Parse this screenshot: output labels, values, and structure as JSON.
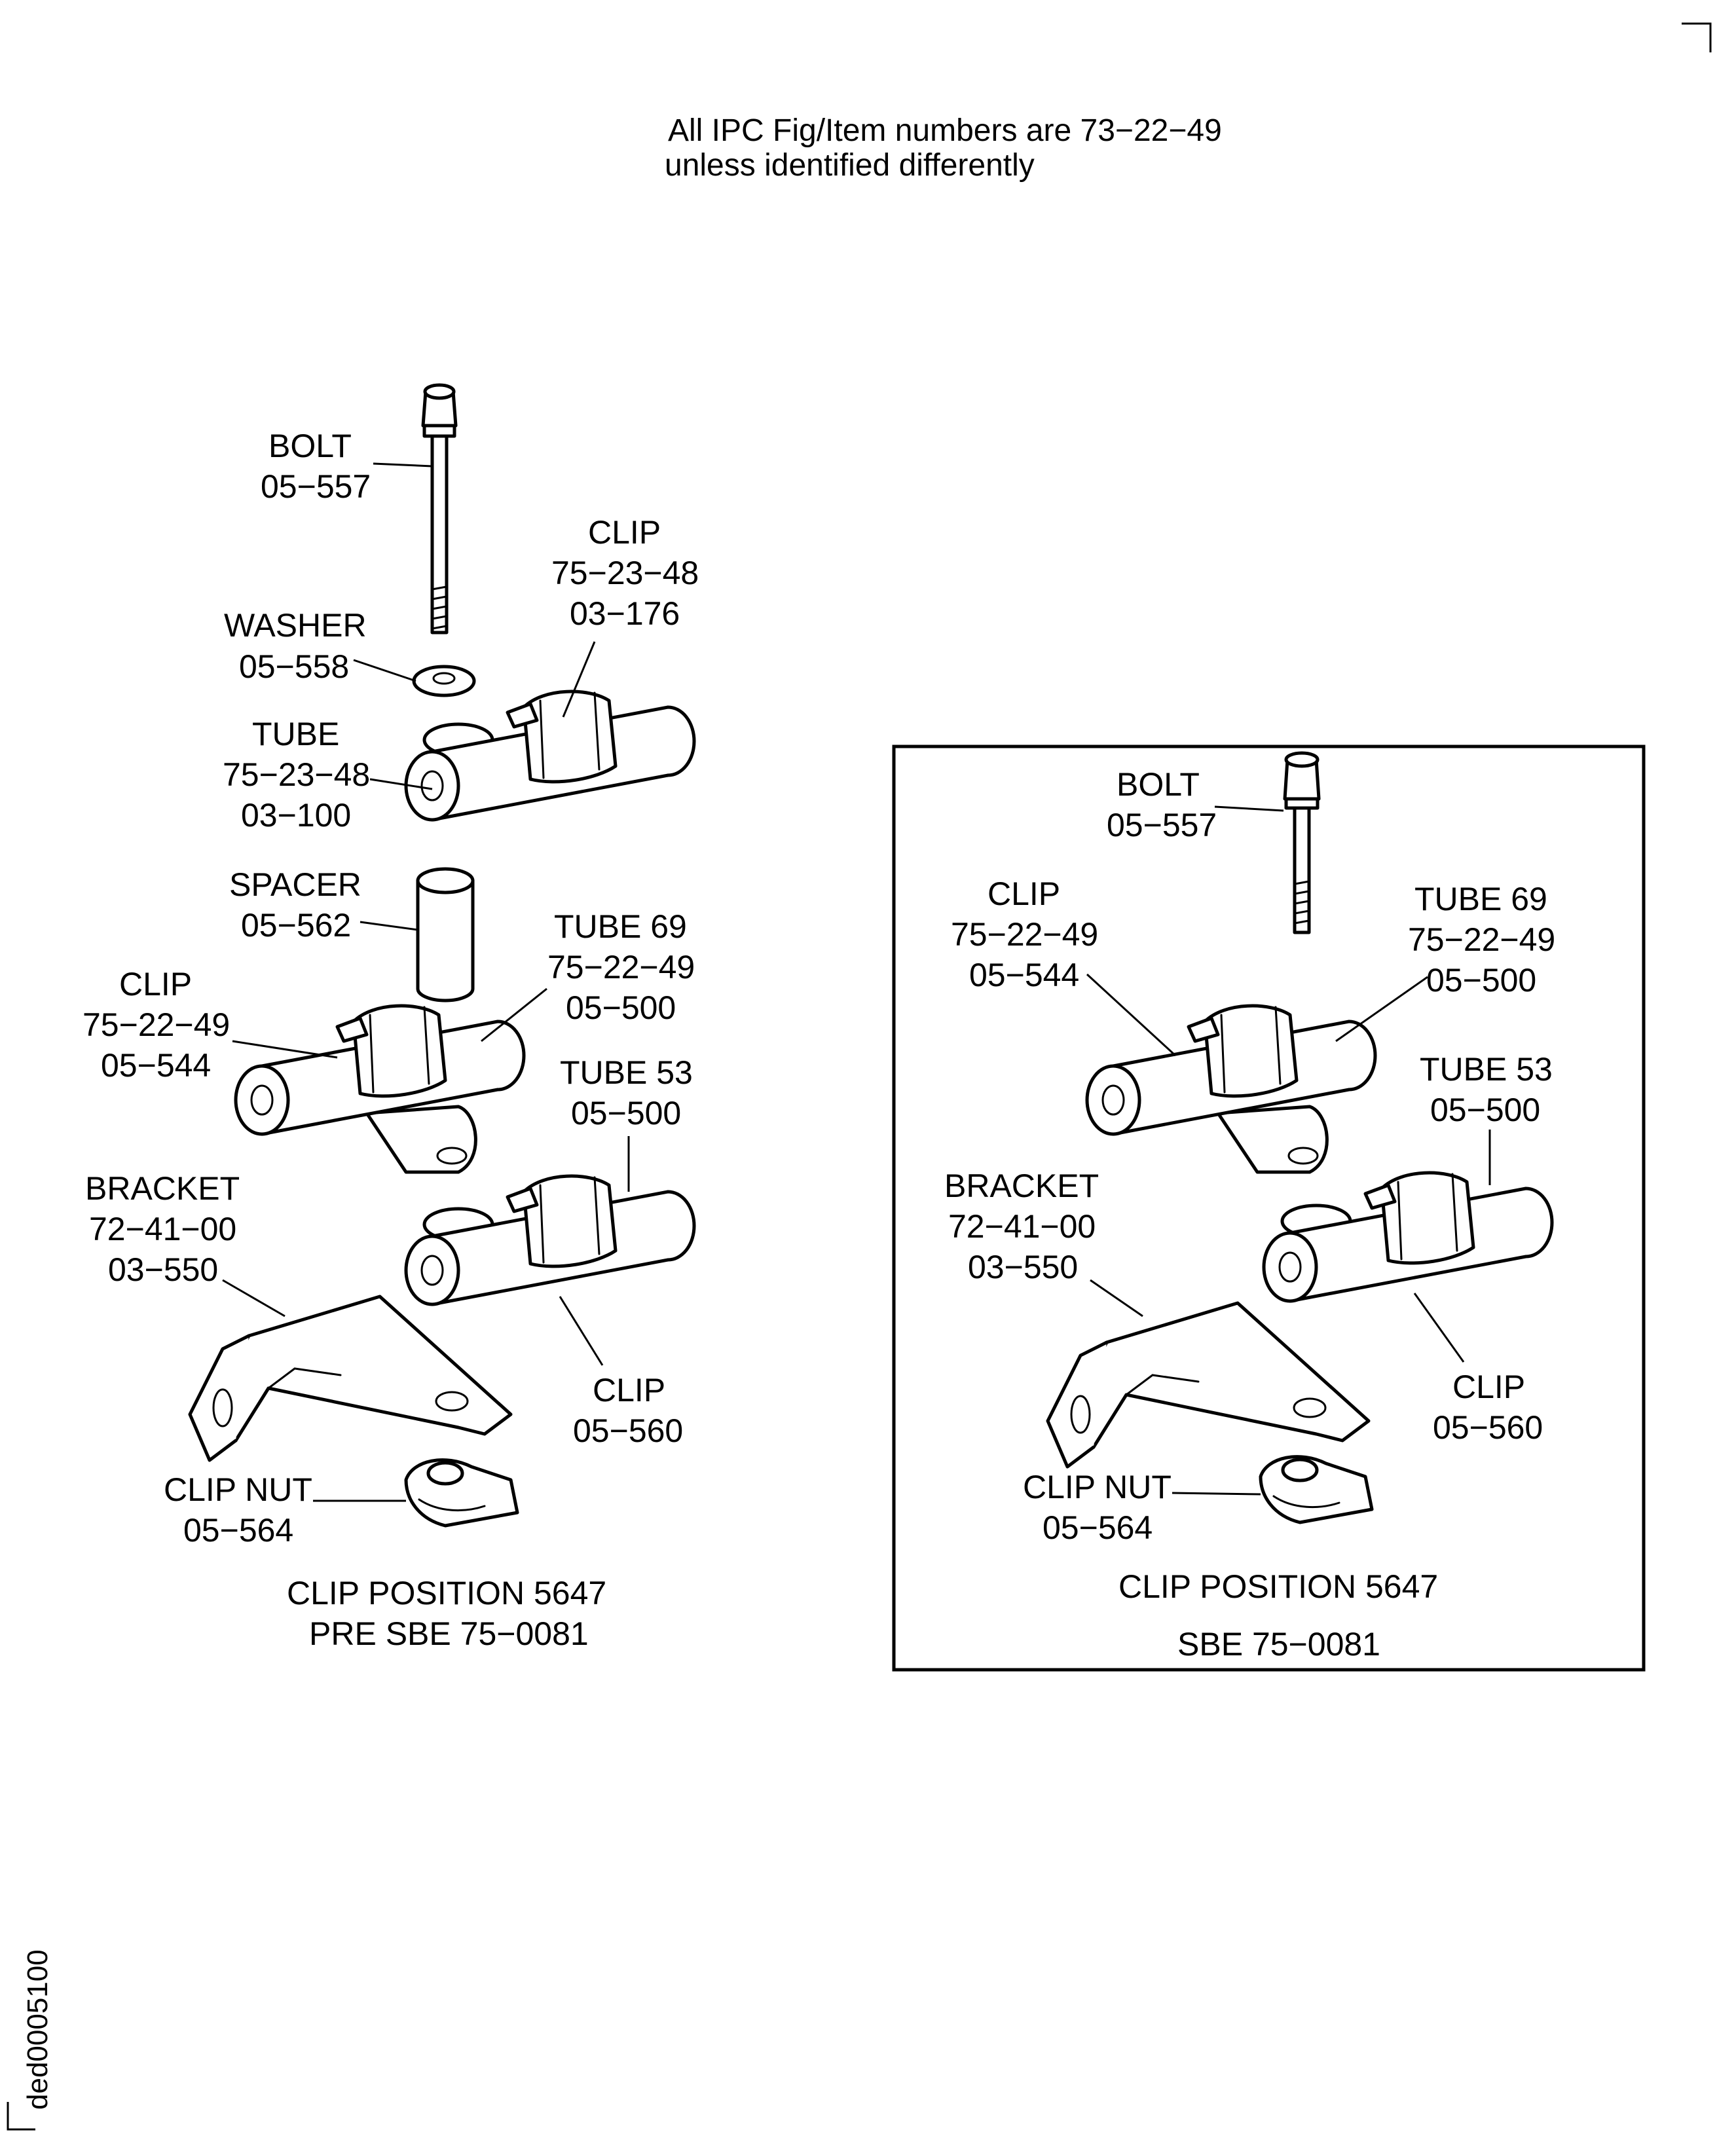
{
  "header_note": [
    "All IPC Fig/Item numbers are 73−22−49",
    "unless identified differently"
  ],
  "left_view": {
    "bolt": [
      "BOLT",
      "05−557"
    ],
    "washer": [
      "WASHER",
      "05−558"
    ],
    "clip_top": [
      "CLIP",
      "75−23−48",
      "03−176"
    ],
    "tube": [
      "TUBE",
      "75−23−48",
      "03−100"
    ],
    "spacer": [
      "SPACER",
      "05−562"
    ],
    "tube69": [
      "TUBE 69",
      "75−22−49",
      "05−500"
    ],
    "clip_mid": [
      "CLIP",
      "75−22−49",
      "05−544"
    ],
    "tube53": [
      "TUBE 53",
      "05−500"
    ],
    "bracket": [
      "BRACKET",
      "72−41−00",
      "03−550"
    ],
    "clip_low": [
      "CLIP",
      "05−560"
    ],
    "clip_nut": [
      "CLIP NUT",
      "05−564"
    ],
    "caption": [
      "CLIP POSITION 5647",
      "PRE SBE 75−0081"
    ]
  },
  "right_view": {
    "bolt": [
      "BOLT",
      "05−557"
    ],
    "clip_mid": [
      "CLIP",
      "75−22−49",
      "05−544"
    ],
    "tube69": [
      "TUBE 69",
      "75−22−49",
      "05−500"
    ],
    "tube53": [
      "TUBE 53",
      "05−500"
    ],
    "bracket": [
      "BRACKET",
      "72−41−00",
      "03−550"
    ],
    "clip_low": [
      "CLIP",
      "05−560"
    ],
    "clip_nut": [
      "CLIP NUT",
      "05−564"
    ],
    "caption": [
      "CLIP POSITION 5647",
      "SBE 75−0081"
    ]
  },
  "drawing_id": "ded0005100"
}
